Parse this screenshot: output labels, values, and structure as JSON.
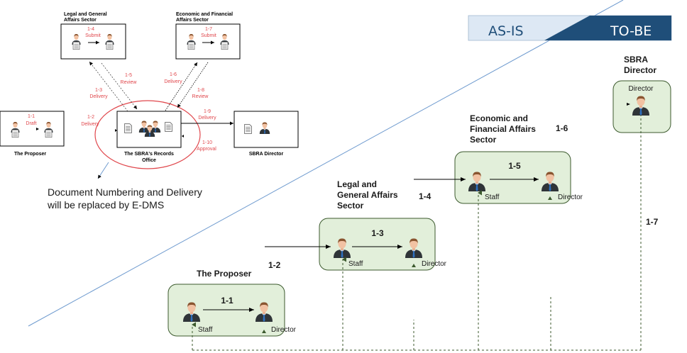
{
  "banner": {
    "as_is_label": "AS-IS",
    "to_be_label": "TO-BE",
    "as_is_color": "#dde8f4",
    "to_be_color": "#1f4e79",
    "as_is_text_color": "#1f4e79",
    "to_be_text_color": "#ffffff"
  },
  "as_is": {
    "legal_sector": {
      "title_line1": "Legal and General",
      "title_line2": "Affairs Sector",
      "step": "1-4",
      "action": "Submit"
    },
    "economic_sector": {
      "title_line1": "Economic and Financial",
      "title_line2": "Affairs Sector",
      "step": "1-7",
      "action": "Submit"
    },
    "proposer": {
      "title": "The Proposer",
      "step": "1-1",
      "action": "Draft"
    },
    "records_office": {
      "title_line1": "The SBRA's Records",
      "title_line2": "Office"
    },
    "sbra_director": {
      "title": "SBRA Director"
    },
    "flows": [
      {
        "step": "1-2",
        "action": "Delivery"
      },
      {
        "step": "1-3",
        "action": "Delivery"
      },
      {
        "step": "1-5",
        "action": "Review"
      },
      {
        "step": "1-6",
        "action": "Delivery"
      },
      {
        "step": "1-8",
        "action": "Review"
      },
      {
        "step": "1-9",
        "action": "Delivery"
      },
      {
        "step": "1-10",
        "action": "Approval"
      }
    ],
    "note_line1": "Document Numbering and Delivery",
    "note_line2": "will be replaced by E-DMS",
    "highlight_color": "#e0474c",
    "flow_text_color": "#e0474c"
  },
  "to_be": {
    "lane_fill": "#e2efda",
    "lane_stroke": "#3c5a2e",
    "sbra_director": {
      "title_line1": "SBRA",
      "title_line2": "Director",
      "role": "Director"
    },
    "economic_sector": {
      "title_line1": "Economic and",
      "title_line2": "Financial Affairs",
      "title_line3": "Sector",
      "step_inside": "1-5",
      "staff_role": "Staff",
      "director_role": "Director"
    },
    "legal_sector": {
      "title_line1": "Legal and",
      "title_line2": "General Affairs",
      "title_line3": "Sector",
      "step_inside": "1-3",
      "staff_role": "Staff",
      "director_role": "Director"
    },
    "proposer": {
      "title": "The Proposer",
      "step_inside": "1-1",
      "staff_role": "Staff",
      "director_role": "Director"
    },
    "steps": {
      "s12": "1-2",
      "s14": "1-4",
      "s16": "1-6",
      "s17": "1-7"
    }
  }
}
